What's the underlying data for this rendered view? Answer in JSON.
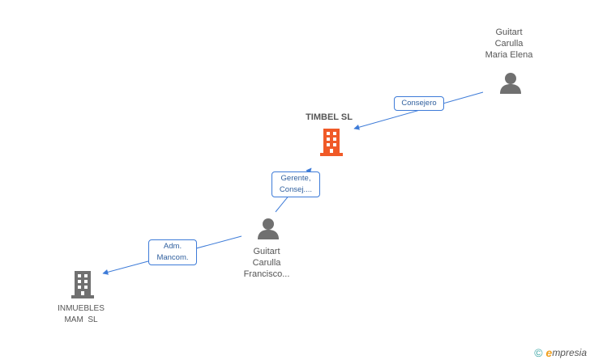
{
  "nodes": {
    "person_top": {
      "lines": [
        "Guitart",
        "Carulla",
        "Maria Elena"
      ]
    },
    "company_main": {
      "label": "TIMBEL SL"
    },
    "person_mid": {
      "lines": [
        "Guitart",
        "Carulla",
        "Francisco..."
      ]
    },
    "company_bottom": {
      "lines": [
        "INMUEBLES",
        "MAM  SL"
      ]
    }
  },
  "edges": {
    "consejero": {
      "label": "Consejero"
    },
    "gerente": {
      "lines": [
        "Gerente,",
        "Consej...."
      ]
    },
    "adm": {
      "lines": [
        "Adm.",
        "Mancom."
      ]
    }
  },
  "colors": {
    "edge": "#3d7bd8",
    "person_icon": "#707070",
    "company_main_icon": "#f05a28",
    "company_icon": "#707070"
  },
  "icons": {
    "person": "person-icon",
    "company": "building-icon"
  },
  "brand": {
    "copyright": "©",
    "e": "e",
    "rest": "mpresia"
  }
}
